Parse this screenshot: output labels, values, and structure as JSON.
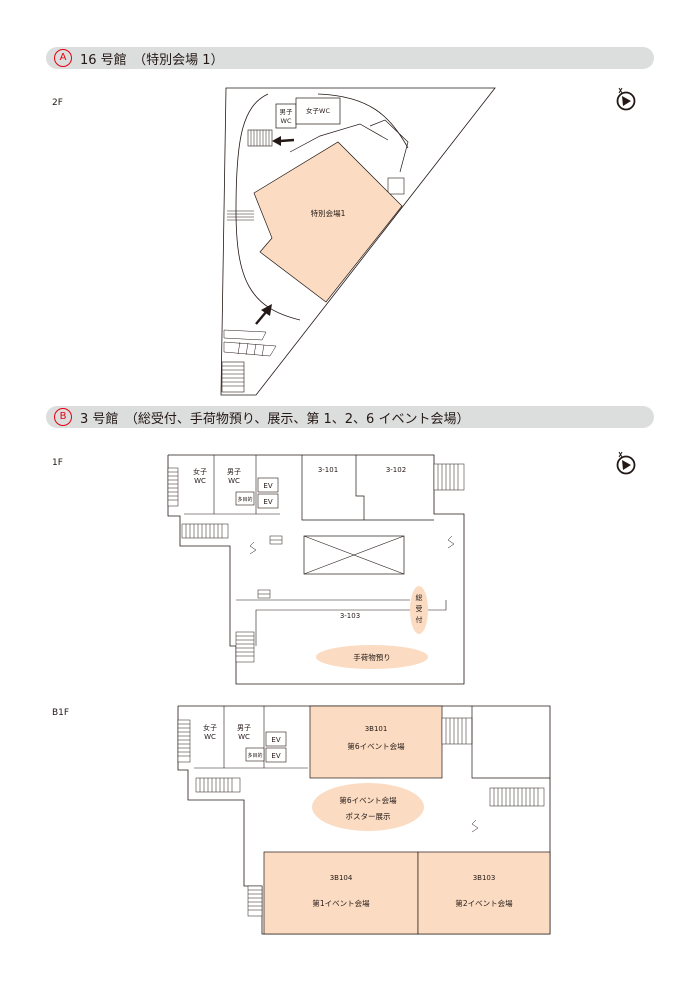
{
  "sections": [
    {
      "badge": "A",
      "title": "16 号館　（特別会場 1）"
    },
    {
      "badge": "B",
      "title": "3 号館　（総受付、手荷物預り、展示、第 1、2、6 イベント会場）"
    }
  ],
  "floors": {
    "a_2f": "2F",
    "b_1f": "1F",
    "b_b1f": "B1F"
  },
  "building16": {
    "room_main": "特別会場1",
    "wc_male": [
      "男子",
      "WC"
    ],
    "wc_female": "女子WC"
  },
  "building3_1f": {
    "wc_female": [
      "女子",
      "WC"
    ],
    "wc_male": [
      "男子",
      "WC"
    ],
    "ev1": "EV",
    "ev2": "EV",
    "multi": "多目的",
    "room_3101": "3-101",
    "room_3102": "3-102",
    "room_3103": "3-103",
    "reception": [
      "総",
      "受",
      "付"
    ],
    "baggage": "手荷物預り"
  },
  "building3_b1f": {
    "wc_female": [
      "女子",
      "WC"
    ],
    "wc_male": [
      "男子",
      "WC"
    ],
    "ev1": "EV",
    "ev2": "EV",
    "multi": "多目的",
    "room_3b101": [
      "3B101",
      "第6イベント会場"
    ],
    "poster": [
      "第6イベント会場",
      "ポスター展示"
    ],
    "room_3b104": [
      "3B104",
      "第1イベント会場"
    ],
    "room_3b103": [
      "3B103",
      "第2イベント会場"
    ]
  },
  "colors": {
    "room_fill": "#fbdcc2",
    "badge": "#e60012",
    "header_bg": "#dcdddd",
    "line": "#231815"
  },
  "icons": [
    "compass-icon",
    "arrow-icon",
    "stairs-icon",
    "escalator-icon"
  ]
}
